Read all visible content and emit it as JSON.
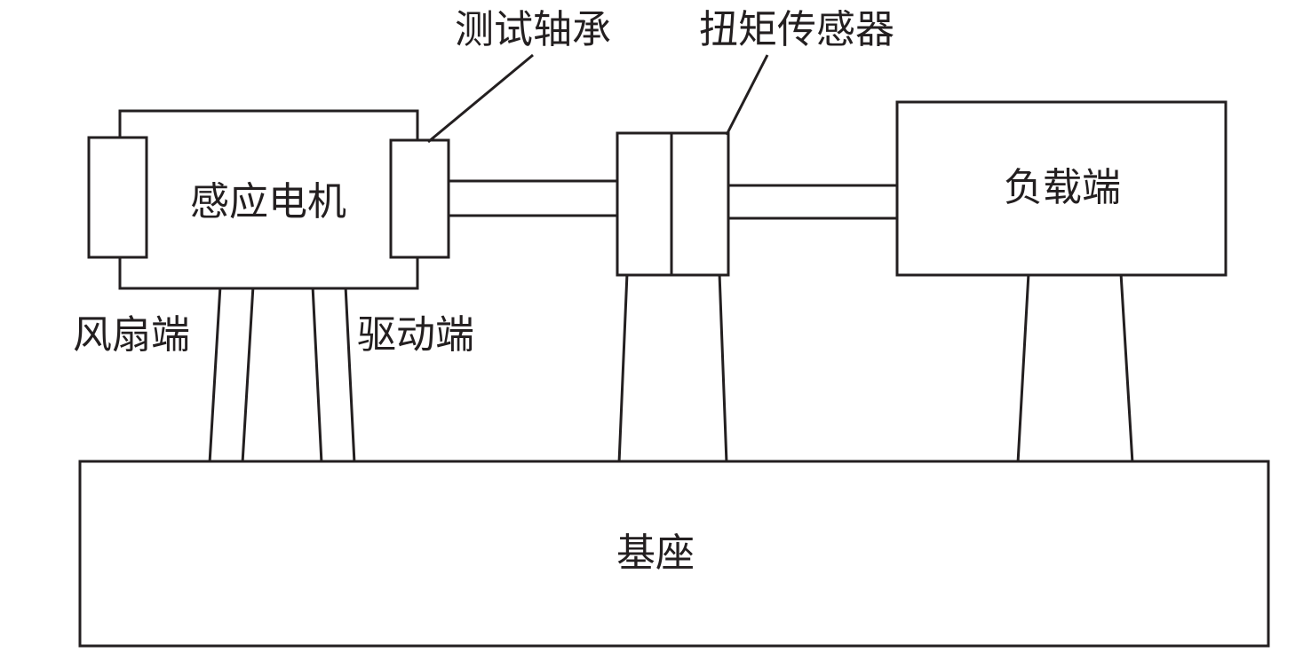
{
  "diagram": {
    "title": "bearing-test-rig-schematic",
    "labels": {
      "test_bearing": "测试轴承",
      "torque_sensor": "扭矩传感器",
      "induction_motor": "感应电机",
      "load_end": "负载端",
      "fan_end": "风扇端",
      "drive_end": "驱动端",
      "base": "基座"
    },
    "colors": {
      "line": "#231f20",
      "background": "#ffffff"
    }
  }
}
